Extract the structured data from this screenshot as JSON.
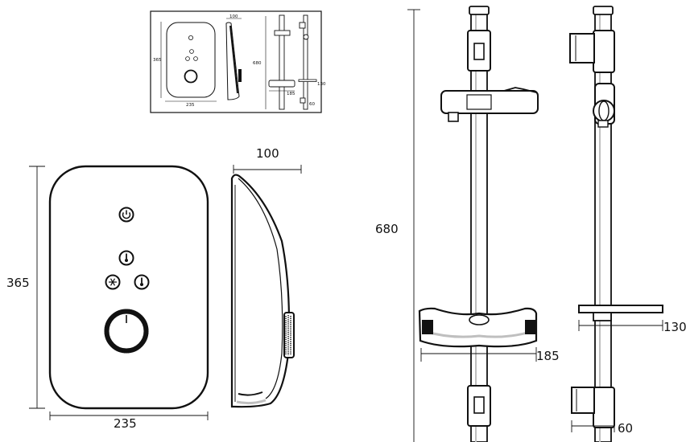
{
  "thumbnail": {
    "dim_width": "235",
    "dim_height": "365",
    "dim_depth": "100",
    "dim_rail": "680",
    "dim_bracket": "185",
    "dim_holder": "130",
    "dim_wall": "60"
  },
  "unit_front": {
    "dim_width": "235",
    "dim_height": "365"
  },
  "unit_side": {
    "dim_depth": "100"
  },
  "rail_front": {
    "dim_length": "680",
    "dim_holder": "185"
  },
  "rail_side": {
    "dim_holder": "130",
    "dim_wall": "60"
  },
  "colors": {
    "line": "#111111",
    "shade": "#bfbfbf",
    "fill": "#ffffff"
  },
  "icons": [
    "power-icon",
    "thermometer-icon",
    "eco-icon",
    "thermometer-icon",
    "temperature-dial-icon"
  ]
}
